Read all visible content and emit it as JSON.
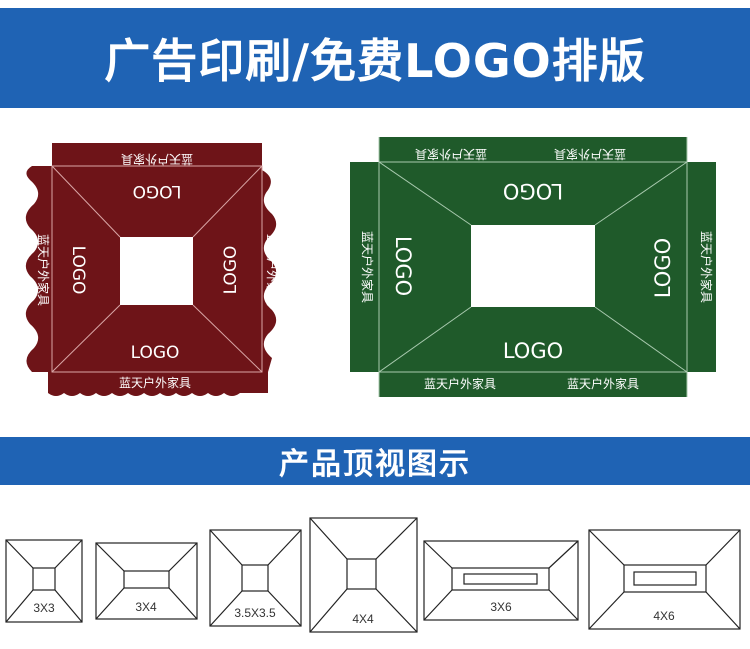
{
  "header": {
    "title": "广告印刷/免费LOGO排版"
  },
  "section": {
    "title": "产品顶视图示"
  },
  "canopy_red": {
    "color": "#6e1418",
    "logo": "LOGO",
    "brand": "蓝天户外家具"
  },
  "canopy_green": {
    "color": "#1f5a2a",
    "logo": "LOGO",
    "brand": "蓝天户外家具"
  },
  "sizes": [
    "3X3",
    "3X4",
    "3.5X3.5",
    "4X4",
    "3X6",
    "4X6"
  ],
  "colors": {
    "banner": "#1f63b4"
  }
}
